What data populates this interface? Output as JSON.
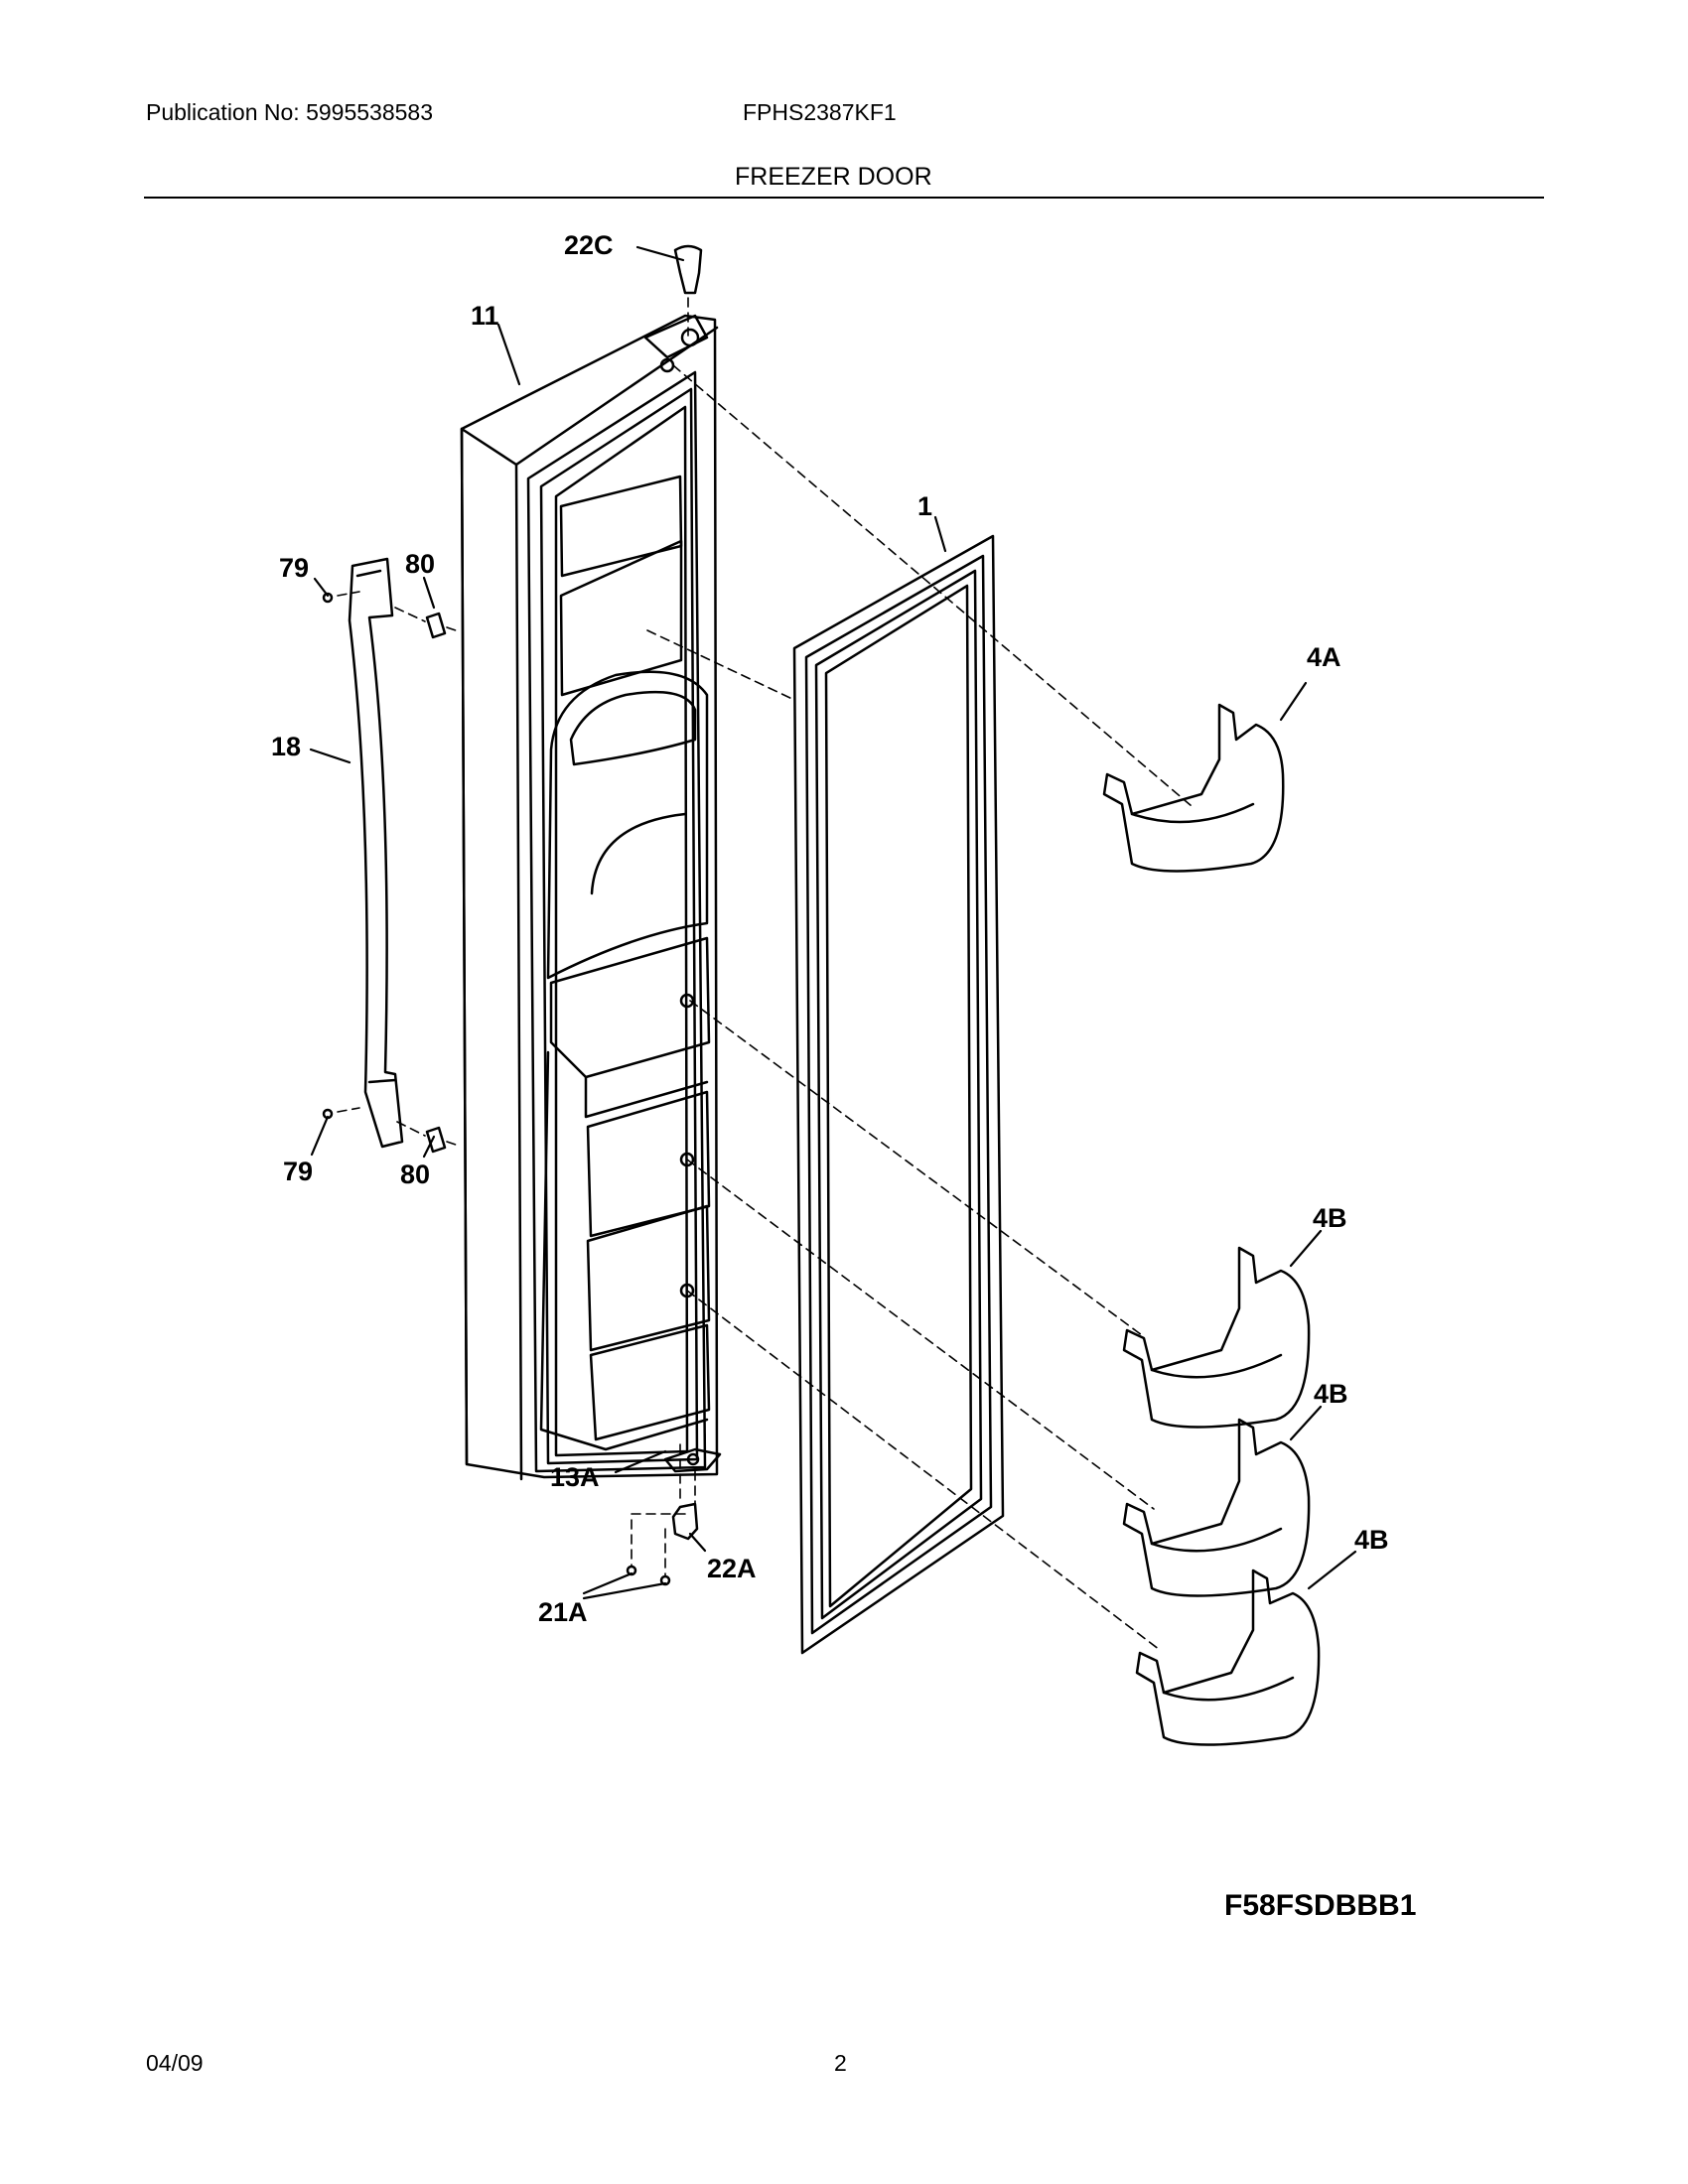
{
  "header": {
    "publication": "Publication No: 5995538583",
    "model": "FPHS2387KF1",
    "section_title": "FREEZER DOOR"
  },
  "callouts": {
    "c22C": "22C",
    "c11": "11",
    "c1": "1",
    "c79_top": "79",
    "c80_top": "80",
    "c18": "18",
    "c4A": "4A",
    "c79_bottom": "79",
    "c80_bottom": "80",
    "c4B_1": "4B",
    "c4B_2": "4B",
    "c4B_3": "4B",
    "c13A": "13A",
    "c22A": "22A",
    "c21A": "21A"
  },
  "diagram_code": "F58FSDBBB1",
  "footer": {
    "date": "04/09",
    "page": "2"
  }
}
